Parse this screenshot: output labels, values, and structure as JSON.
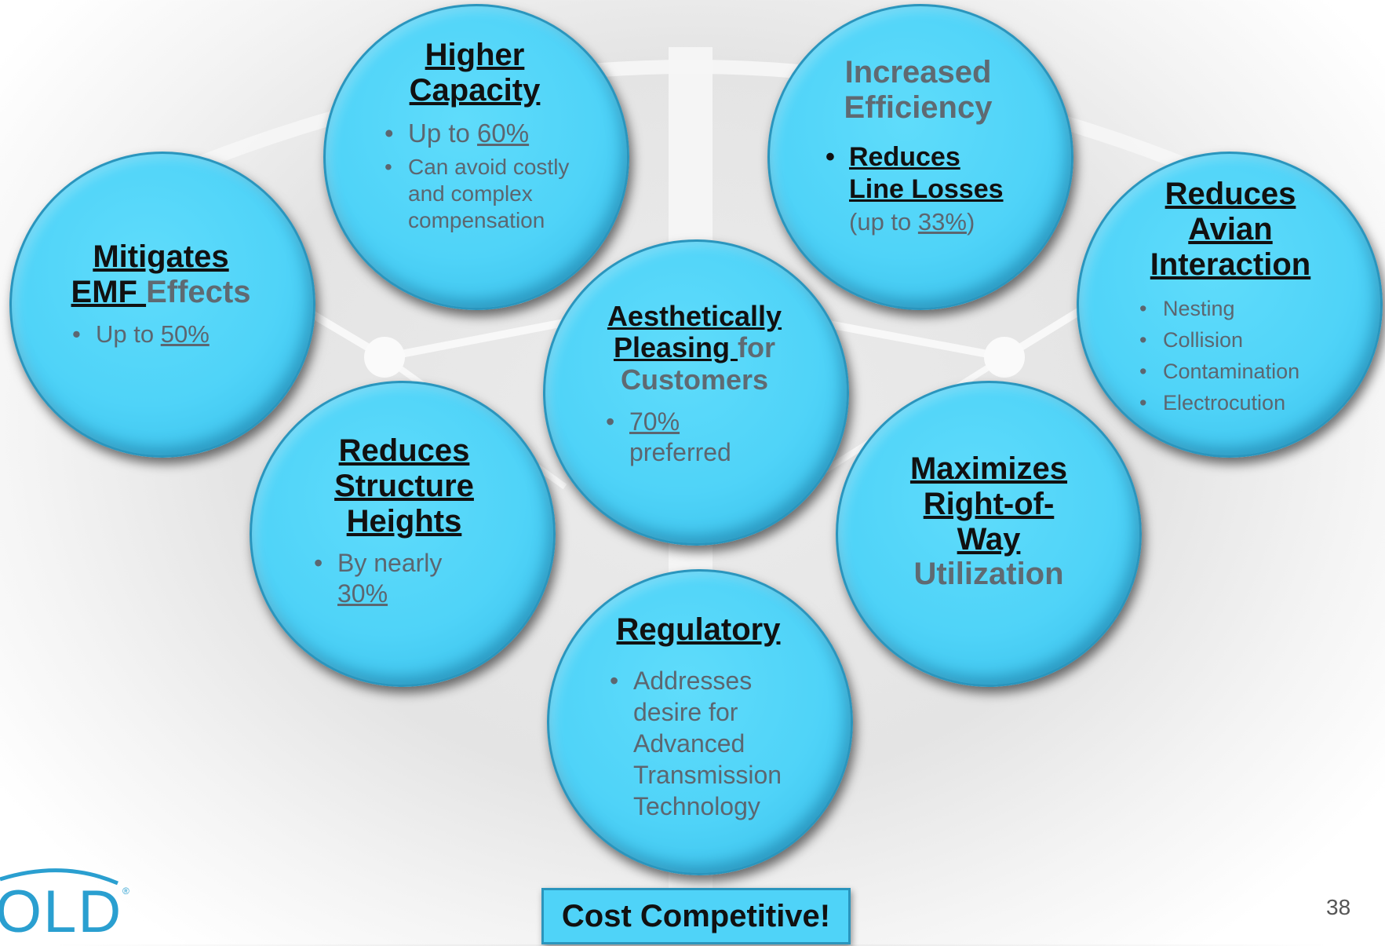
{
  "higher_capacity": {
    "title_line1": "Higher",
    "title_line2": "Capacity",
    "b1_prefix": "Up to ",
    "b1_value": "60%",
    "b2": "Can avoid costly and complex compensation"
  },
  "efficiency": {
    "title_line1": "Increased",
    "title_line2": "Efficiency",
    "b1": "Reduces Line Losses",
    "b1_note_prefix": "(up to ",
    "b1_note_value": "33%",
    "b1_note_suffix": ")"
  },
  "emf": {
    "title_line1": "Mitigates",
    "title_emf": "EMF ",
    "title_effects": "Effects",
    "b1_prefix": "Up to ",
    "b1_value": "50%"
  },
  "aesthetic": {
    "title_line1": "Aesthetically",
    "title_pleasing": "Pleasing ",
    "title_for": "for",
    "title_line3": "Customers",
    "b1_value": "70%",
    "b1_suffix": "preferred"
  },
  "avian": {
    "title_line1": "Reduces",
    "title_line2": "Avian",
    "title_line3": "Interaction",
    "items": [
      "Nesting",
      "Collision",
      "Contamination",
      "Electrocution"
    ]
  },
  "structure": {
    "title_line1": "Reduces",
    "title_line2": "Structure",
    "title_line3": "Heights",
    "b1_prefix": "By nearly",
    "b1_value": "30%"
  },
  "row": {
    "title_line1": "Maximizes",
    "title_line2": "Right-of-",
    "title_line3": "Way",
    "title_line4": "Utilization"
  },
  "regulatory": {
    "title": "Regulatory",
    "b1": "Addresses desire for Advanced Transmission Technology"
  },
  "cost_label": "Cost Competitive!",
  "page_number": "38",
  "logo_text": "OLD",
  "logo_reg": "®",
  "colors": {
    "bubble": "#4fd3f8",
    "bubble_border": "#2a95bd",
    "logo": "#2a9fd0"
  }
}
